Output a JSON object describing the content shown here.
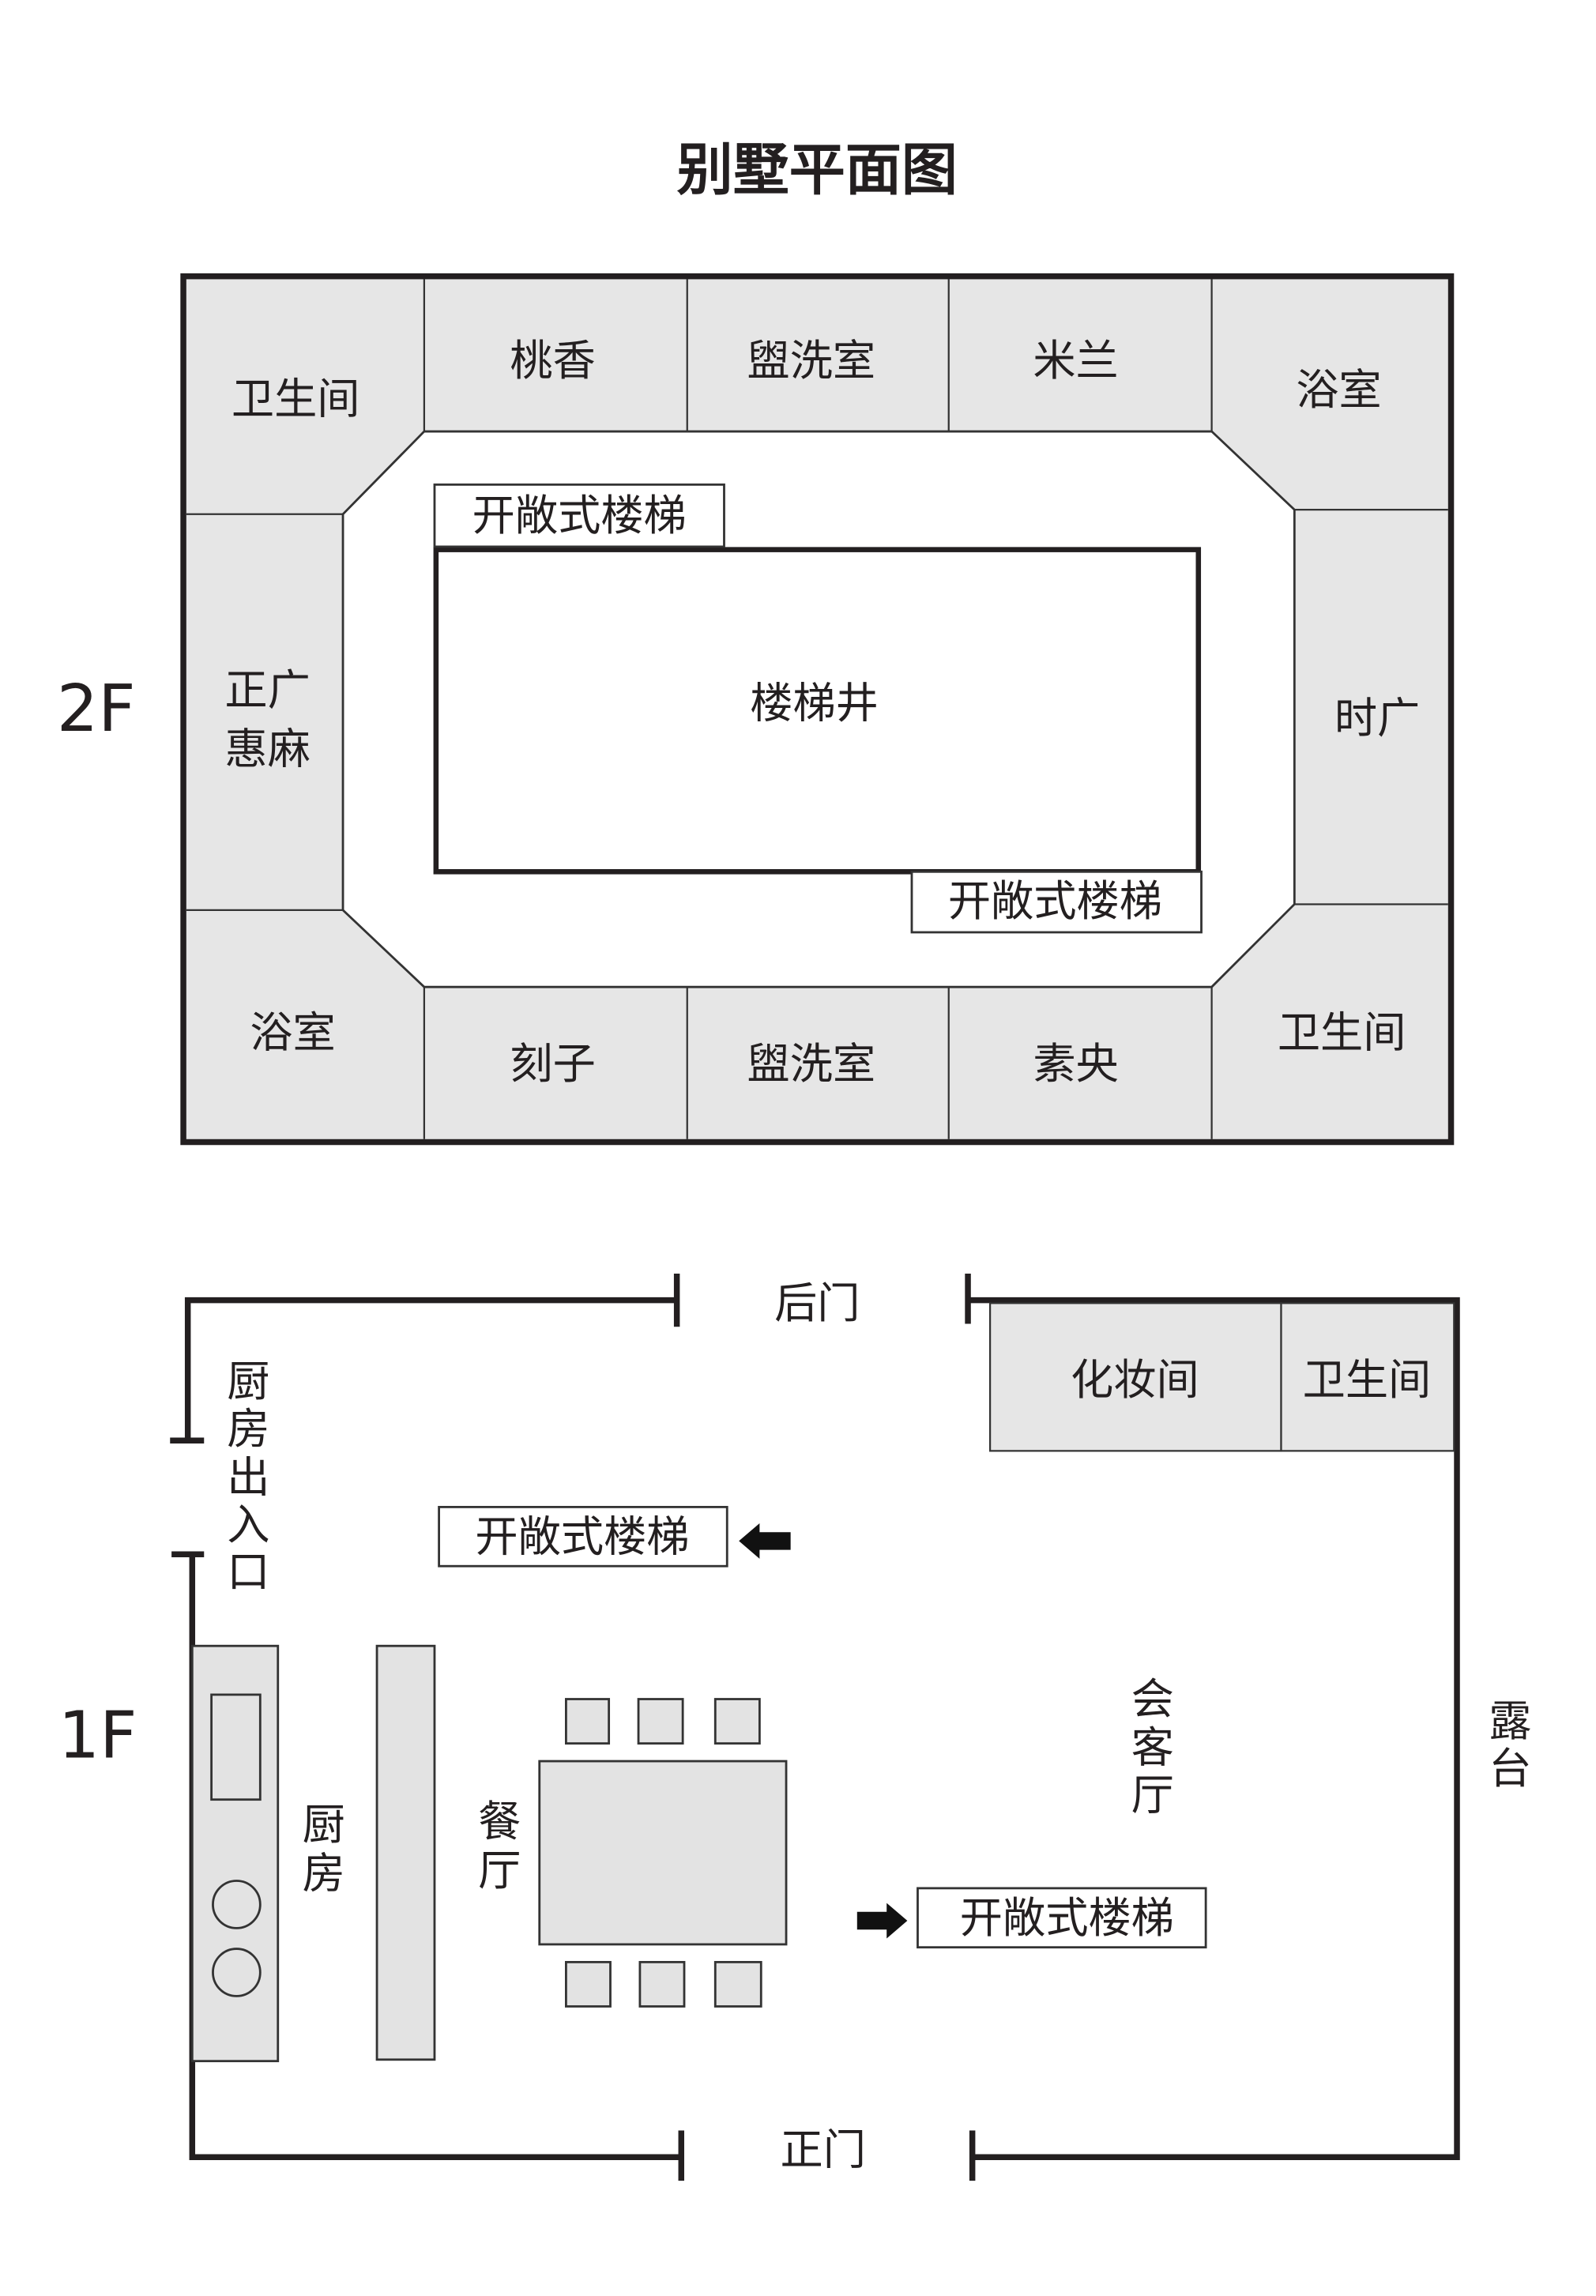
{
  "title": "别墅平面图",
  "floor2": {
    "label": "2F",
    "top_rooms": [
      "卫生间",
      "桃香",
      "盥洗室",
      "米兰",
      "浴室"
    ],
    "left_room": [
      "正广",
      "惠麻"
    ],
    "right_room": "时广",
    "bottom_rooms": [
      "浴室",
      "刻子",
      "盥洗室",
      "素央",
      "卫生间"
    ],
    "stairwell": "楼梯井",
    "stairs_top": "开敞式楼梯",
    "stairs_bottom": "开敞式楼梯"
  },
  "floor1": {
    "label": "1F",
    "back_door": "后门",
    "front_door": "正门",
    "kitchen_entrance": [
      "厨",
      "房",
      "出",
      "入",
      "口"
    ],
    "dressing_room": "化妆间",
    "bathroom": "卫生间",
    "stairs_left": "开敞式楼梯",
    "stairs_right": "开敞式楼梯",
    "kitchen": [
      "厨",
      "房"
    ],
    "dining": [
      "餐",
      "厅"
    ],
    "living": [
      "会",
      "客",
      "厅"
    ],
    "terrace": [
      "露",
      "台"
    ]
  }
}
